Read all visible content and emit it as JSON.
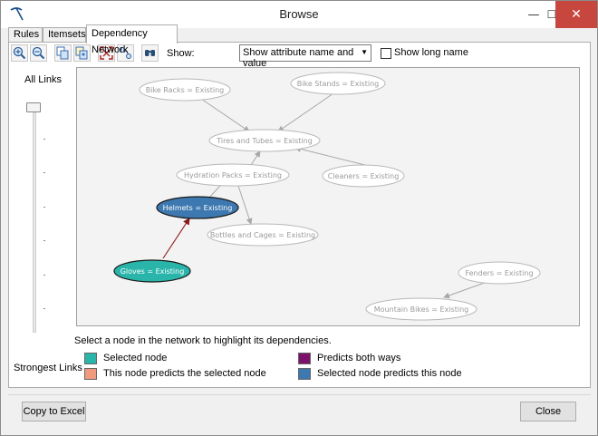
{
  "window": {
    "title": "Browse",
    "minimize_glyph": "—",
    "maximize_glyph": "☐",
    "close_glyph": "✕"
  },
  "tabs": [
    {
      "label": "Rules",
      "active": false
    },
    {
      "label": "Itemsets",
      "active": false
    },
    {
      "label": "Dependency Network",
      "active": true
    }
  ],
  "toolbar": {
    "buttons": [
      "zoom-in-icon",
      "zoom-out-icon",
      "copy-icon",
      "copy-graph-icon",
      "fit-to-window-icon",
      "layout-icon",
      "find-node-icon"
    ],
    "show_label": "Show:",
    "show_select_value": "Show attribute name and value",
    "show_long_name_label": "Show long name",
    "show_long_name_checked": false
  },
  "slider": {
    "label": "All Links",
    "level": 0
  },
  "network": {
    "nodes": [
      {
        "id": "bike-racks",
        "label": "Bike Racks = Existing",
        "state": "normal"
      },
      {
        "id": "bike-stands",
        "label": "Bike Stands = Existing",
        "state": "normal"
      },
      {
        "id": "tires-tubes",
        "label": "Tires and Tubes = Existing",
        "state": "normal"
      },
      {
        "id": "hydration-packs",
        "label": "Hydration Packs = Existing",
        "state": "normal"
      },
      {
        "id": "cleaners",
        "label": "Cleaners = Existing",
        "state": "normal"
      },
      {
        "id": "helmets",
        "label": "Helmets = Existing",
        "state": "predicted"
      },
      {
        "id": "bottles-cages",
        "label": "Bottles and Cages = Existing",
        "state": "normal"
      },
      {
        "id": "gloves",
        "label": "Gloves = Existing",
        "state": "selected"
      },
      {
        "id": "fenders",
        "label": "Fenders = Existing",
        "state": "normal"
      },
      {
        "id": "mountain-bikes",
        "label": "Mountain Bikes = Existing",
        "state": "normal"
      }
    ]
  },
  "hint_text": "Select a node in the network to highlight its dependencies.",
  "legend": {
    "title": "Strongest Links",
    "items": [
      {
        "label": "Selected node",
        "color": "#2ab5ab"
      },
      {
        "label": "This node predicts the selected node",
        "color": "#f09a80"
      },
      {
        "label": "Predicts both ways",
        "color": "#7b1168"
      },
      {
        "label": "Selected node predicts this node",
        "color": "#3d78b0"
      }
    ]
  },
  "buttons": {
    "copy_to_excel": "Copy to Excel",
    "close": "Close"
  },
  "colors": {
    "selected": "#2ab5ab",
    "predicts_selected": "#f09a80",
    "both_ways": "#7b1168",
    "selected_predicts": "#3d78b0",
    "highlight_edge": "#8b1a1a",
    "normal_edge": "#a8a8a8",
    "normal_node_text": "#9a9a9a"
  }
}
